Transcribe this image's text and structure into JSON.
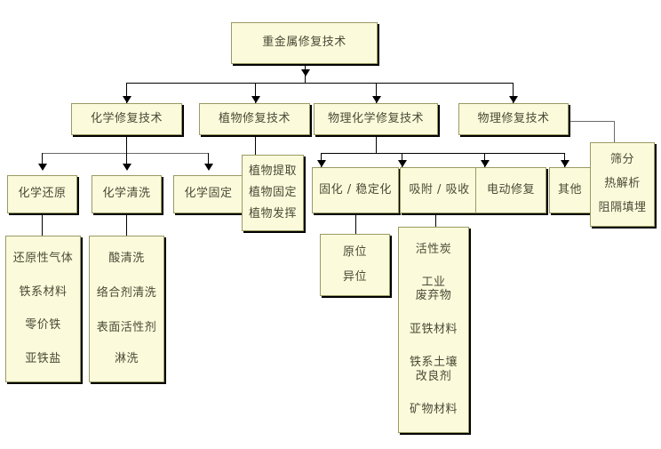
{
  "diagram": {
    "title": "重金属修复技术",
    "type": "tree-diagram",
    "root": {
      "label": "重金属修复技术"
    },
    "level2": [
      {
        "label": "化学修复技术"
      },
      {
        "label": "植物修复技术"
      },
      {
        "label": "物理化学修复技术"
      },
      {
        "label": "物理修复技术"
      }
    ],
    "level3": [
      {
        "label": "化学还原"
      },
      {
        "label": "化学清洗"
      },
      {
        "label": "化学固定"
      },
      {
        "label": "固化 / 稳定化"
      },
      {
        "label": "吸附 / 吸收"
      },
      {
        "label": "电动修复"
      },
      {
        "label": "其他"
      }
    ],
    "plant_items": [
      "植物提取",
      "植物固定",
      "植物发挥"
    ],
    "physical_items": [
      "筛分",
      "热解析",
      "阻隔填埋"
    ],
    "chemical_reduction_items": [
      "还原性气体",
      "铁系材料",
      "零价铁",
      "亚铁盐"
    ],
    "chemical_washing_items": [
      "酸清洗",
      "络合剂清洗",
      "表面活性剂",
      "淋洗"
    ],
    "chemical_fixation_items": [],
    "solidification_items": [
      "原位",
      "异位"
    ],
    "adsorption_items": [
      "活性炭",
      "工业",
      "废弃物",
      "亚铁材料",
      "铁系土壤",
      "改良剂",
      "矿物材料"
    ],
    "colors": {
      "node_fill": "#fbfbdc",
      "node_border": "#9a9a63",
      "text": "#4a4a36",
      "connector": "#000000",
      "background": "#ffffff"
    }
  }
}
